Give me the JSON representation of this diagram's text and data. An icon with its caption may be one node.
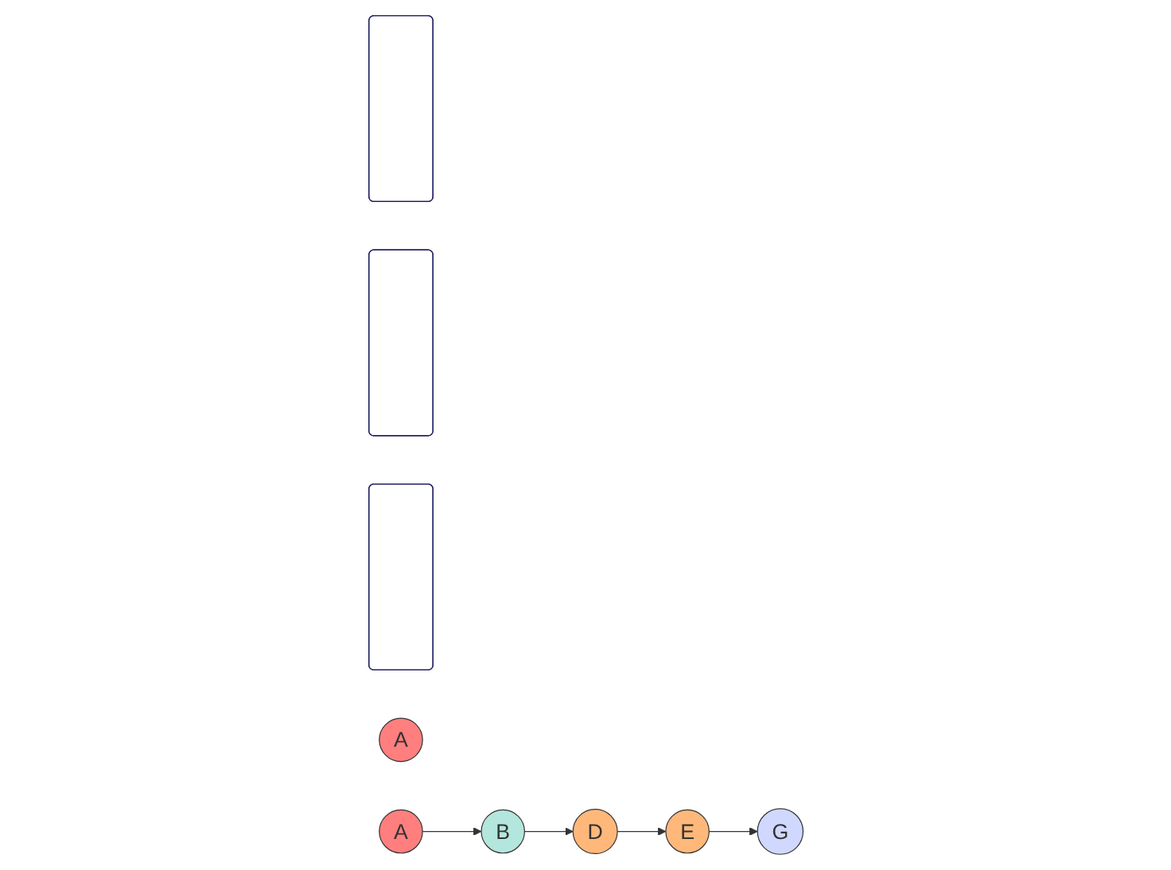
{
  "diagram": {
    "nodes": [
      {
        "text": [],
        "shape": "box"
      },
      {
        "text": [],
        "shape": "box"
      },
      {
        "text": [],
        "shape": "box"
      },
      {
        "text": [
          "A"
        ]
      },
      {
        "text": [
          "A"
        ]
      },
      {
        "text": [
          "B"
        ]
      },
      {
        "text": [
          "D"
        ]
      },
      {
        "text": [
          "E"
        ]
      },
      {
        "text": [
          "G"
        ]
      }
    ],
    "edges": [
      {
        "from": 4,
        "to": 5,
        "arrow": "to"
      },
      {
        "from": 5,
        "to": 6,
        "arrow": "to"
      },
      {
        "from": 6,
        "to": 7,
        "arrow": "to"
      },
      {
        "from": 7,
        "to": 8,
        "arrow": "to"
      }
    ]
  }
}
